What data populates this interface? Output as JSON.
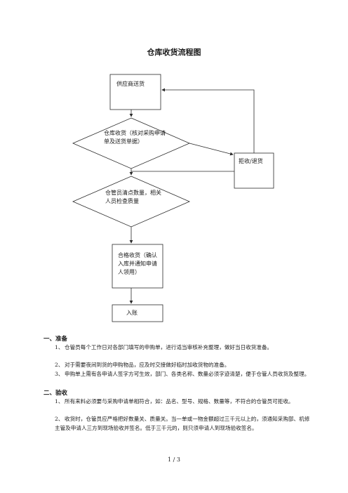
{
  "title": "仓库收货流程图",
  "flowchart": {
    "supplier": "供应商送货",
    "receive": "仓库收货（核对采购申请单及送货单据）",
    "count": "仓管员清点数量，相关人员检查质量",
    "qualified": "合格收货（确认入库并通知申请人领用）",
    "book": "入账",
    "reject": "拒收/退货"
  },
  "sections": [
    {
      "heading": "一、准备",
      "items": [
        {
          "num": "1、",
          "text": "仓管员每个工作日对各部门填写的申购单，进行适当审核补充整理，做好当日收货准备。"
        },
        {
          "num": "2、",
          "text": "对于需要夜间到货的申购物品，应及时交接做好临时加收货物的准备。"
        },
        {
          "num": "3、",
          "text": "申购单上需有各申请人签字方可生效，部门、各类名称、数量必须字迹清楚，便于仓管人员收货及整理。"
        }
      ]
    },
    {
      "heading": "二、验收",
      "items": [
        {
          "num": "1、",
          "text": "所有来料必须要与采购申请单相符合，如：品名、型号、规格、数量等，不符合的仓管员可拒收。"
        },
        {
          "num": "2、",
          "text": "收货时，仓管员应严格把好数量关、质量关。当一单或一物金额超过三千元以上的，须通知采购部、机修主管及申请人三方到现场验收并签名。低于三千元的，则只须申请人到现场验收签名。"
        }
      ]
    }
  ],
  "page_indicator": "1 / 3"
}
